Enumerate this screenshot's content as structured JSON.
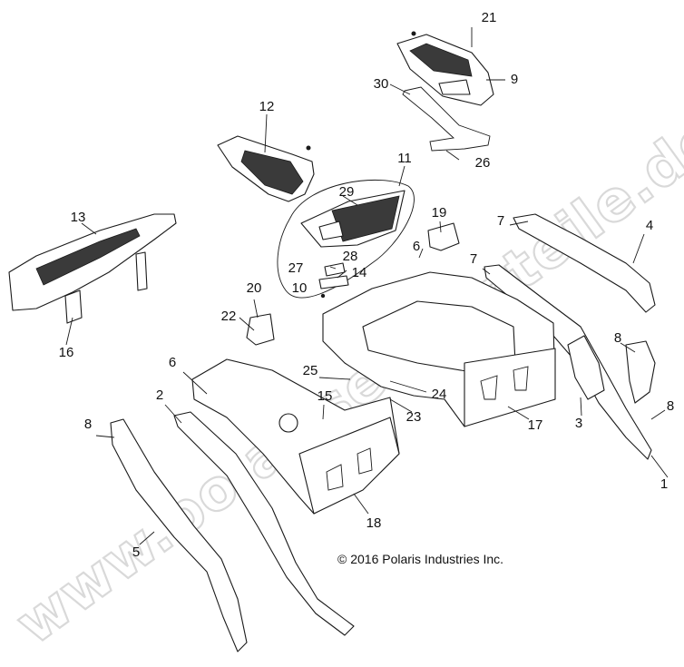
{
  "watermark": "www.polarisersatzteile.de",
  "copyright": "© 2016 Polaris Industries Inc.",
  "callouts": [
    {
      "id": "c1",
      "label": "1"
    },
    {
      "id": "c2",
      "label": "2"
    },
    {
      "id": "c3",
      "label": "3"
    },
    {
      "id": "c4",
      "label": "4"
    },
    {
      "id": "c5",
      "label": "5"
    },
    {
      "id": "c6a",
      "label": "6"
    },
    {
      "id": "c6b",
      "label": "6"
    },
    {
      "id": "c7a",
      "label": "7"
    },
    {
      "id": "c7b",
      "label": "7"
    },
    {
      "id": "c8a",
      "label": "8"
    },
    {
      "id": "c8b",
      "label": "8"
    },
    {
      "id": "c8c",
      "label": "8"
    },
    {
      "id": "c9",
      "label": "9"
    },
    {
      "id": "c10",
      "label": "10"
    },
    {
      "id": "c11",
      "label": "11"
    },
    {
      "id": "c12",
      "label": "12"
    },
    {
      "id": "c13",
      "label": "13"
    },
    {
      "id": "c14",
      "label": "14"
    },
    {
      "id": "c15",
      "label": "15"
    },
    {
      "id": "c16",
      "label": "16"
    },
    {
      "id": "c17",
      "label": "17"
    },
    {
      "id": "c18",
      "label": "18"
    },
    {
      "id": "c19",
      "label": "19"
    },
    {
      "id": "c20",
      "label": "20"
    },
    {
      "id": "c21",
      "label": "21"
    },
    {
      "id": "c22",
      "label": "22"
    },
    {
      "id": "c23",
      "label": "23"
    },
    {
      "id": "c24",
      "label": "24"
    },
    {
      "id": "c25",
      "label": "25"
    },
    {
      "id": "c26",
      "label": "26"
    },
    {
      "id": "c27",
      "label": "27"
    },
    {
      "id": "c28",
      "label": "28"
    },
    {
      "id": "c29",
      "label": "29"
    },
    {
      "id": "c30",
      "label": "30"
    }
  ]
}
